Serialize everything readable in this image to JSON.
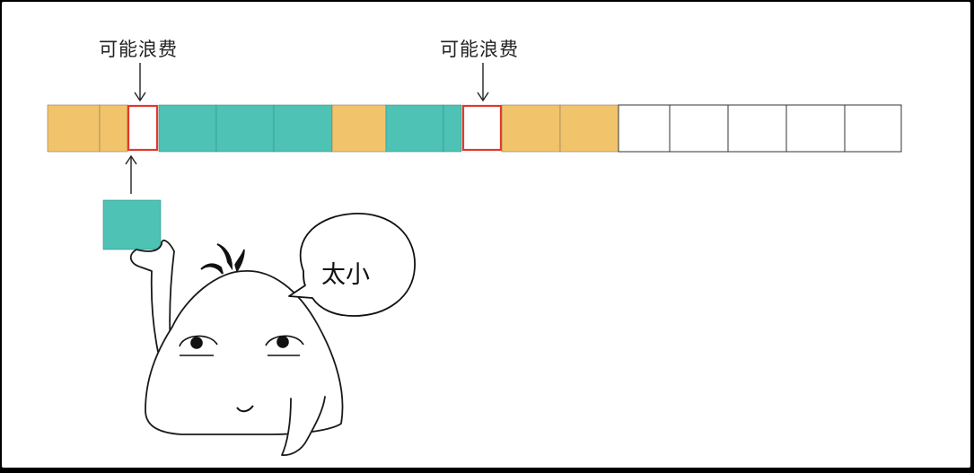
{
  "labels": {
    "waste_1": "可能浪费",
    "waste_2": "可能浪费"
  },
  "speech": {
    "text": "太小"
  },
  "colors": {
    "used": "#f1c46b",
    "allocated": "#4dc2b5",
    "fragment_border": "#e4372a",
    "free": "#ffffff",
    "outline": "#333333"
  }
}
